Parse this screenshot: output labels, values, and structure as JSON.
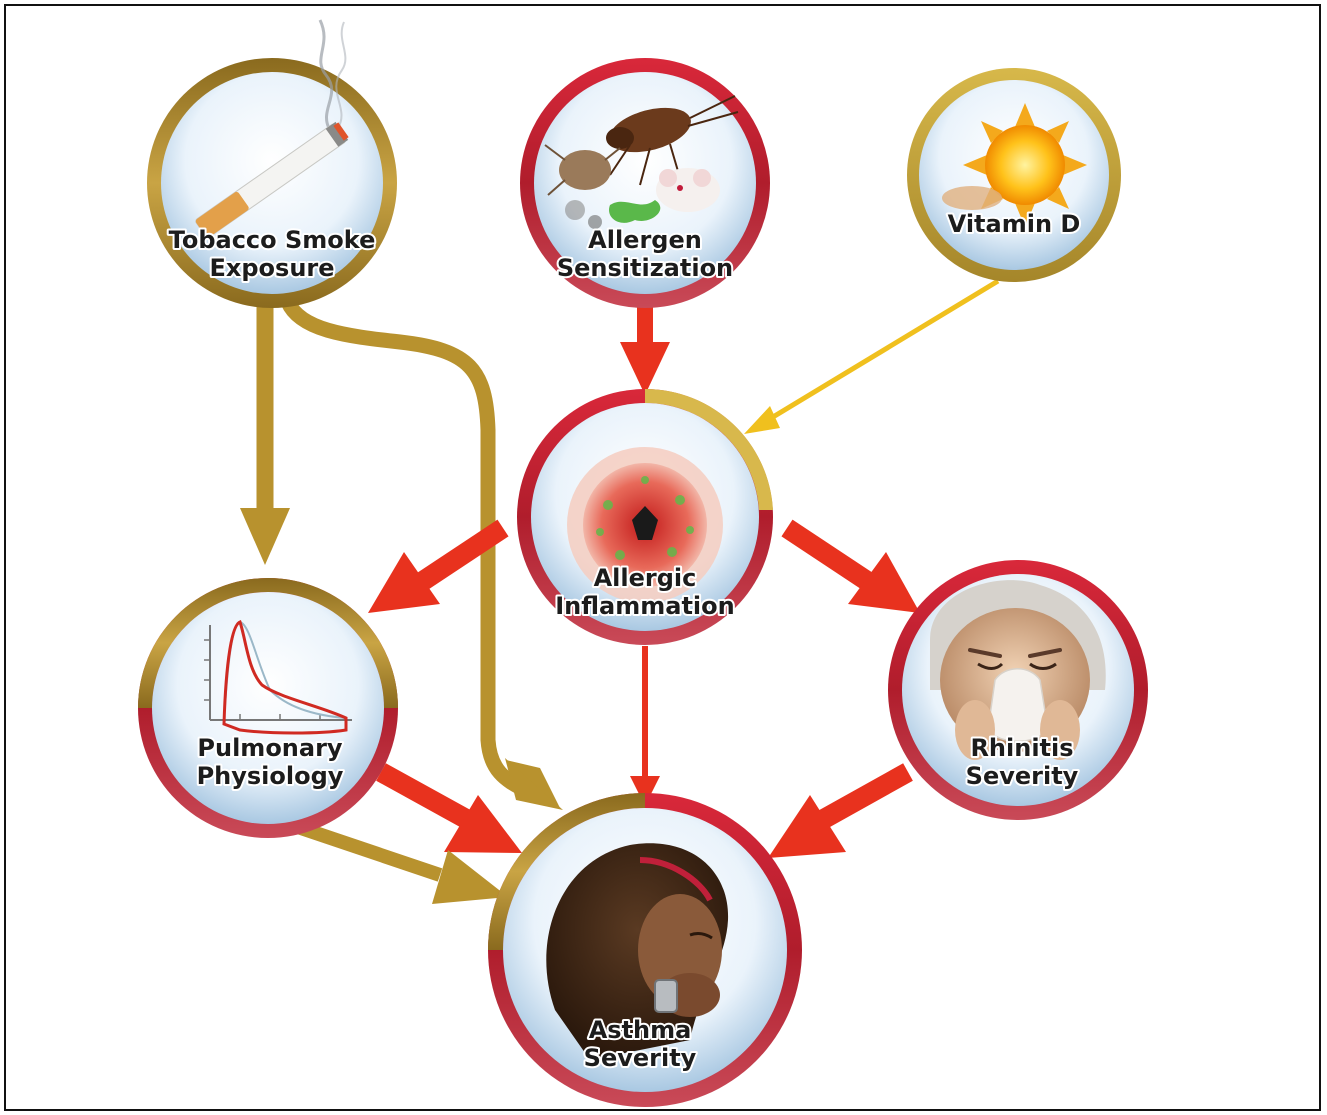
{
  "nodes": {
    "tobacco": {
      "line1": "Tobacco Smoke",
      "line2": "Exposure",
      "ring": "gold",
      "image": "cigarette-icon"
    },
    "allergen": {
      "line1": "Allergen",
      "line2": "Sensitization",
      "ring": "red",
      "image": "insects-mice-icon"
    },
    "vitamin_d": {
      "line1": "Vitamin D",
      "ring": "gold",
      "image": "sun-icon"
    },
    "inflammation": {
      "line1": "Allergic",
      "line2": "Inflammation",
      "ring": "red-gold",
      "image": "airway-cross-section-icon"
    },
    "pulmonary": {
      "line1": "Pulmonary",
      "line2": "Physiology",
      "ring": "gold-red",
      "image": "flow-volume-curve-icon"
    },
    "rhinitis": {
      "line1": "Rhinitis",
      "line2": "Severity",
      "ring": "red",
      "image": "sneezing-person-icon"
    },
    "asthma": {
      "line1": "Asthma",
      "line2": "Severity",
      "ring": "gold-red",
      "image": "girl-with-inhaler-icon"
    }
  },
  "colors": {
    "red": "#e8321e",
    "gold": "#b8922e",
    "yellow": "#f0c01e",
    "ring_red": "#b8202e",
    "ring_gold": "#a8842a"
  }
}
